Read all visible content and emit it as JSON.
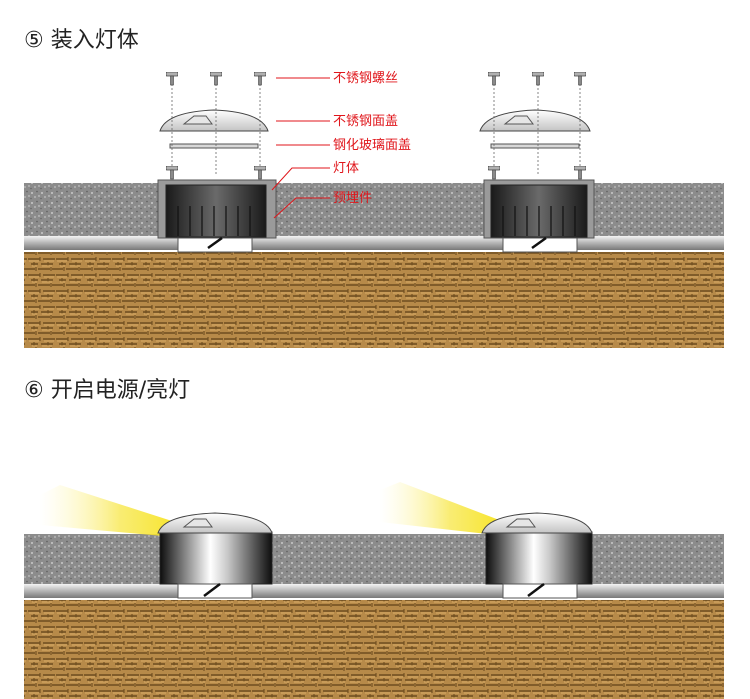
{
  "step5": {
    "title": "⑤ 装入灯体",
    "callouts": [
      {
        "label": "不锈钢螺丝"
      },
      {
        "label": "不锈钢面盖"
      },
      {
        "label": "钢化玻璃面盖"
      },
      {
        "label": "灯体"
      },
      {
        "label": "预埋件"
      }
    ]
  },
  "step6": {
    "title": "⑥ 开启电源/亮灯"
  },
  "colors": {
    "callout": "#e0161b",
    "light_beam": "#f5e000",
    "soil": "#b88a4a",
    "concrete": "#8a8a8a"
  }
}
